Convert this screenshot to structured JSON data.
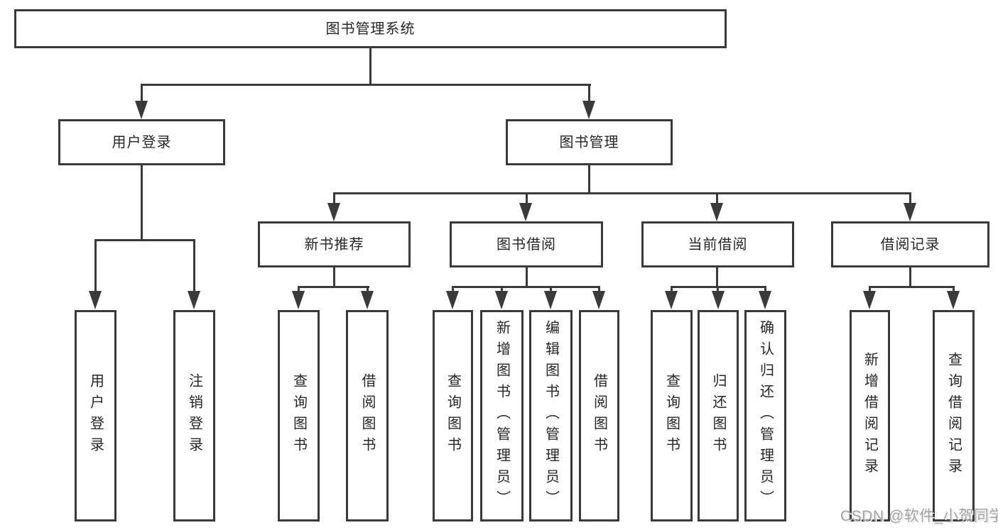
{
  "diagram": {
    "root": {
      "label": "图书管理系统"
    },
    "branches": [
      {
        "label": "用户登录",
        "children": [
          {
            "label": "用户登录"
          },
          {
            "label": "注销登录"
          }
        ]
      },
      {
        "label": "图书管理",
        "children": [
          {
            "label": "新书推荐",
            "children": [
              {
                "label": "查询图书"
              },
              {
                "label": "借阅图书"
              }
            ]
          },
          {
            "label": "图书借阅",
            "children": [
              {
                "label": "查询图书"
              },
              {
                "label": "新增图书（管理员）"
              },
              {
                "label": "编辑图书（管理员）"
              },
              {
                "label": "借阅图书"
              }
            ]
          },
          {
            "label": "当前借阅",
            "children": [
              {
                "label": "查询图书"
              },
              {
                "label": "归还图书"
              },
              {
                "label": "确认归还（管理员）"
              }
            ]
          },
          {
            "label": "借阅记录",
            "children": [
              {
                "label": "新增借阅记录"
              },
              {
                "label": "查询借阅记录"
              }
            ]
          }
        ]
      }
    ]
  },
  "watermark": {
    "text": "CSDN @软件_小贺同学"
  },
  "colors": {
    "line": "#3a3a3a",
    "box_border": "#3a3a3a",
    "box_fill": "#ffffff",
    "text": "#262626",
    "watermark": "#a3a3a3",
    "background": "#ffffff"
  }
}
